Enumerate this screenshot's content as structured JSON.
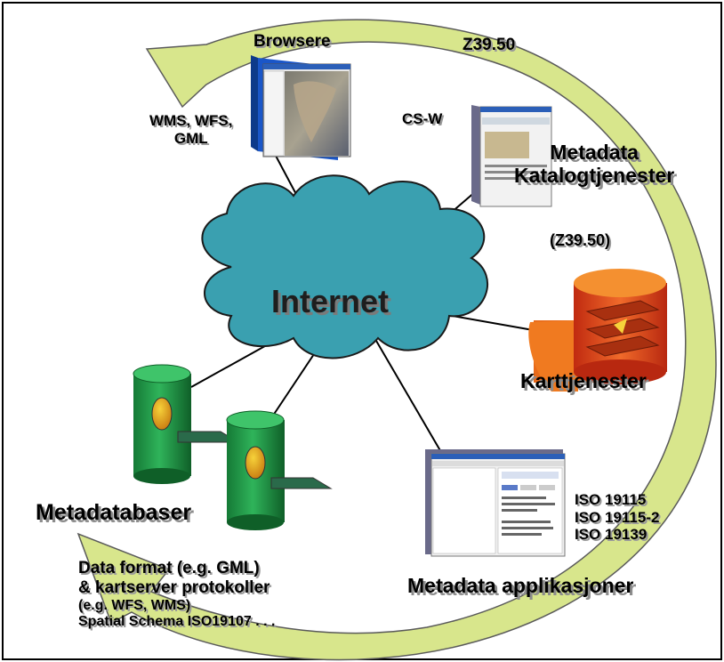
{
  "diagram": {
    "center_label": "Internet",
    "nodes": {
      "browsere": "Browsere",
      "metadata_katalog_line1": "Metadata",
      "metadata_katalog_line2": "Katalogtjenester",
      "karttjenester": "Karttjenester",
      "metadata_applikasjoner": "Metadata applikasjoner",
      "metadatabaser": "Metadatabaser"
    },
    "protocols": {
      "z3950_top": "Z39.50",
      "csw": "CS-W",
      "z3950_paren": "(Z39.50)",
      "wms_wfs_gml_line1": "WMS, WFS,",
      "wms_wfs_gml_line2": "GML",
      "iso_1": "ISO 19115",
      "iso_2": "ISO 19115-2",
      "iso_3": "ISO 19139"
    },
    "footer_lines": [
      "Data format (e.g. GML)",
      "& kartserver protokoller",
      "(e.g. WFS, WMS)",
      "Spatial Schema ISO19107 . . ."
    ],
    "colors": {
      "arrow": "#d8e68c",
      "cloud": "#3aa0b0",
      "database": "#1f9a4a",
      "map_server": "#d84a1a"
    }
  }
}
